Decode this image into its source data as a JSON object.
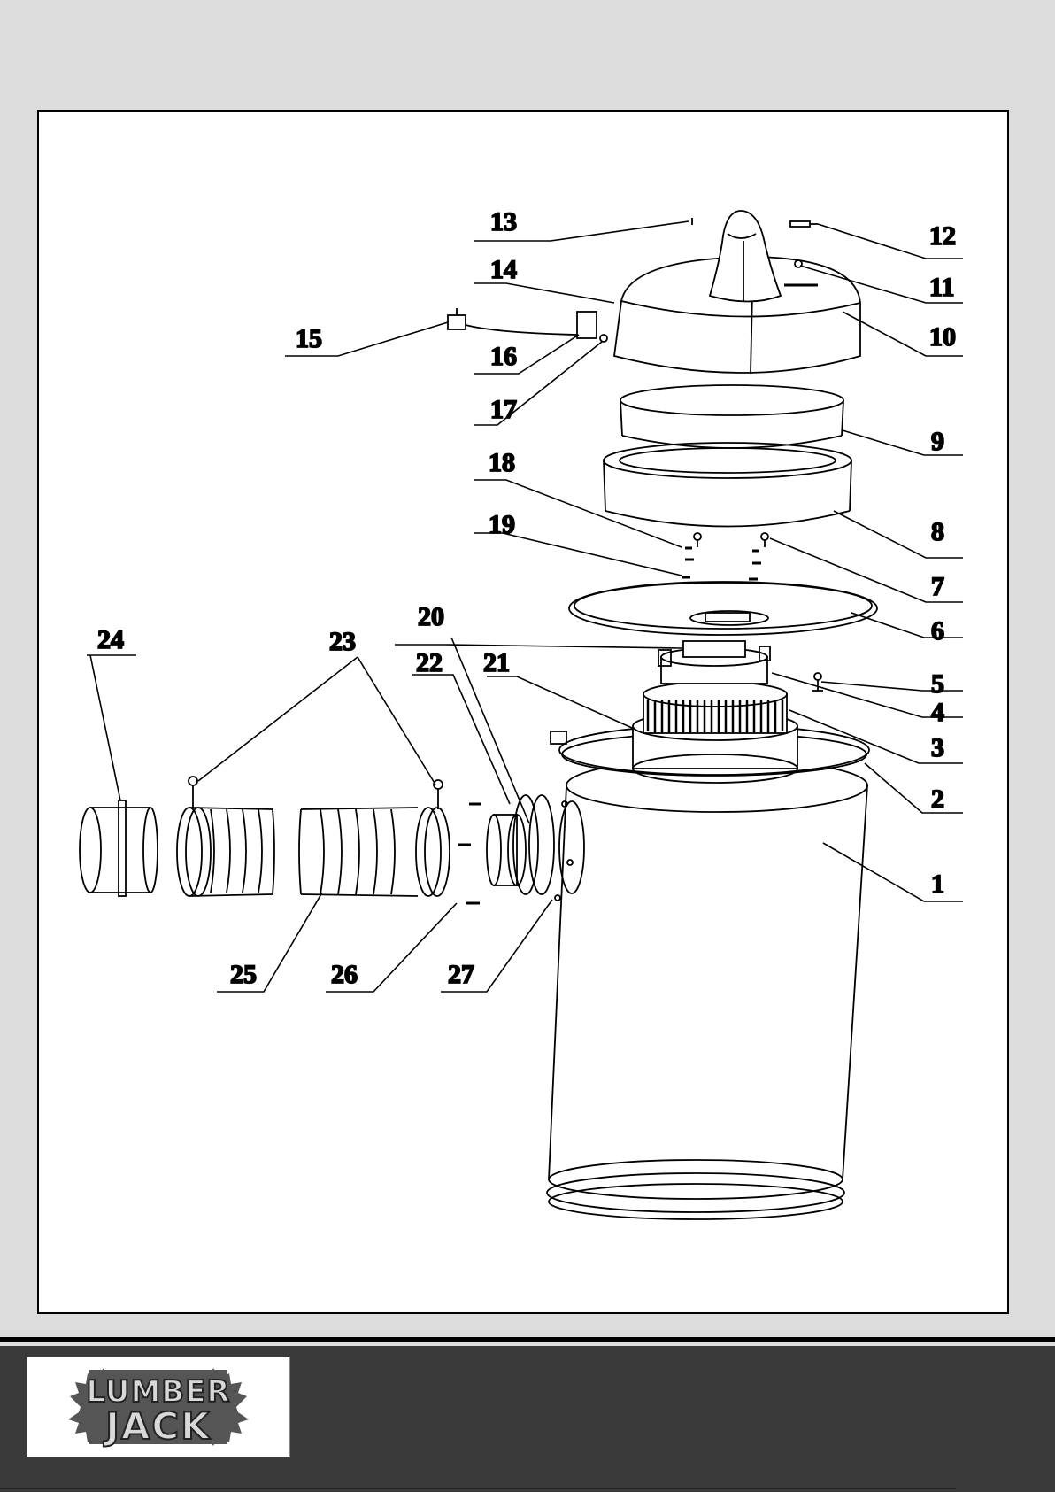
{
  "part_numbers": [
    "1",
    "2",
    "3",
    "4",
    "5",
    "6",
    "7",
    "8",
    "9",
    "10",
    "11",
    "12",
    "13",
    "14",
    "15",
    "16",
    "17",
    "18",
    "19",
    "20",
    "21",
    "22",
    "23",
    "24",
    "25",
    "26",
    "27"
  ],
  "logo": {
    "line1": "LUMBER",
    "line2": "JACK"
  }
}
